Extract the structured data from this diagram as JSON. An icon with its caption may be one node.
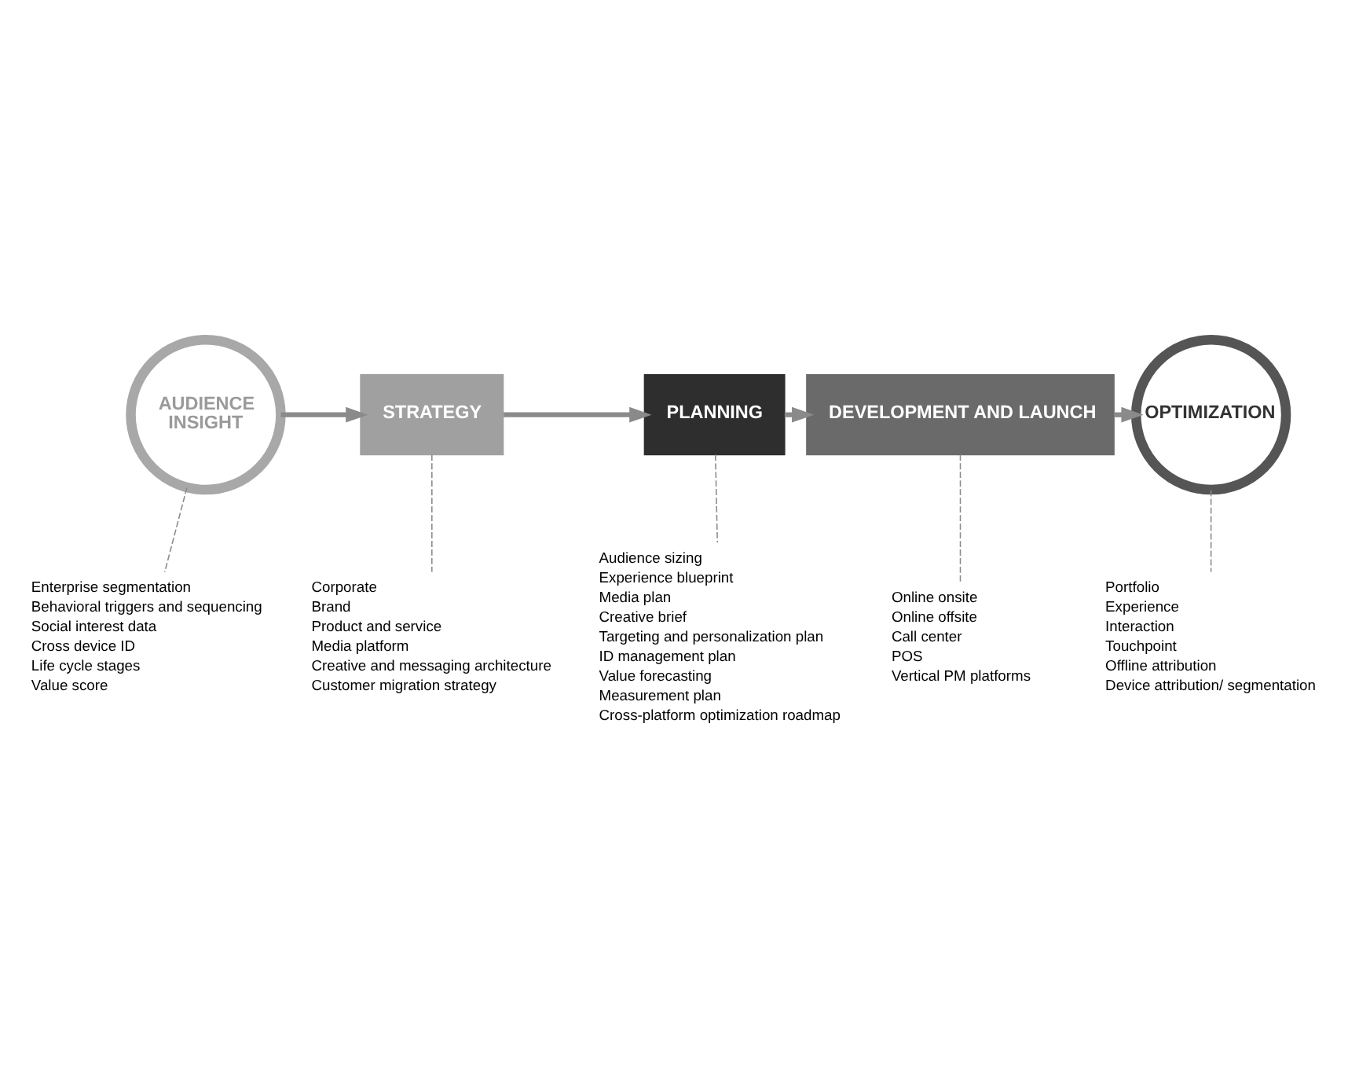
{
  "diagram": {
    "nodes": [
      {
        "text": [
          "AUDIENCE INSIGHT"
        ]
      },
      {
        "text": [
          "STRATEGY"
        ]
      },
      {
        "text": [
          "PLANNING"
        ]
      },
      {
        "text": [
          "DEVELOPMENT AND LAUNCH"
        ]
      },
      {
        "text": [
          "OPTIMIZATION"
        ]
      },
      {
        "text": [
          "Enterprise segmentation",
          "Behavioral triggers and sequencing",
          "Social interest data",
          "Cross device ID",
          "Life cycle stages",
          "Value score"
        ]
      },
      {
        "text": [
          "Corporate",
          "Brand",
          "Product and service",
          "Media platform",
          "Creative and messaging architecture",
          "Customer migration strategy"
        ]
      },
      {
        "text": [
          "Audience sizing",
          "Experience blueprint",
          "Media plan",
          "Creative brief",
          "Targeting and personalization plan",
          "ID management plan",
          "Value forecasting",
          "Measurement plan",
          "Cross-platform optimization roadmap"
        ]
      },
      {
        "text": [
          "Online onsite",
          "Online offsite",
          "Call center",
          "POS",
          "Vertical PM platforms"
        ]
      },
      {
        "text": [
          "Portfolio",
          "Experience",
          "Interaction",
          "Touchpoint",
          "Offline attribution",
          "Device attribution/ segmentation"
        ]
      }
    ],
    "edges": [
      {
        "from": 0,
        "to": 1,
        "arrow": "to",
        "style": "thick"
      },
      {
        "from": 1,
        "to": 2,
        "arrow": "to",
        "style": "thick"
      },
      {
        "from": 2,
        "to": 3,
        "arrow": "to",
        "style": "thick"
      },
      {
        "from": 3,
        "to": 4,
        "arrow": "to",
        "style": "thick"
      },
      {
        "from": 0,
        "to": 5,
        "arrow": "none",
        "style": "dashed"
      },
      {
        "from": 1,
        "to": 6,
        "arrow": "none",
        "style": "dashed"
      },
      {
        "from": 2,
        "to": 7,
        "arrow": "none",
        "style": "dashed"
      },
      {
        "from": 3,
        "to": 8,
        "arrow": "none",
        "style": "dashed"
      },
      {
        "from": 4,
        "to": 9,
        "arrow": "none",
        "style": "dashed"
      }
    ]
  }
}
